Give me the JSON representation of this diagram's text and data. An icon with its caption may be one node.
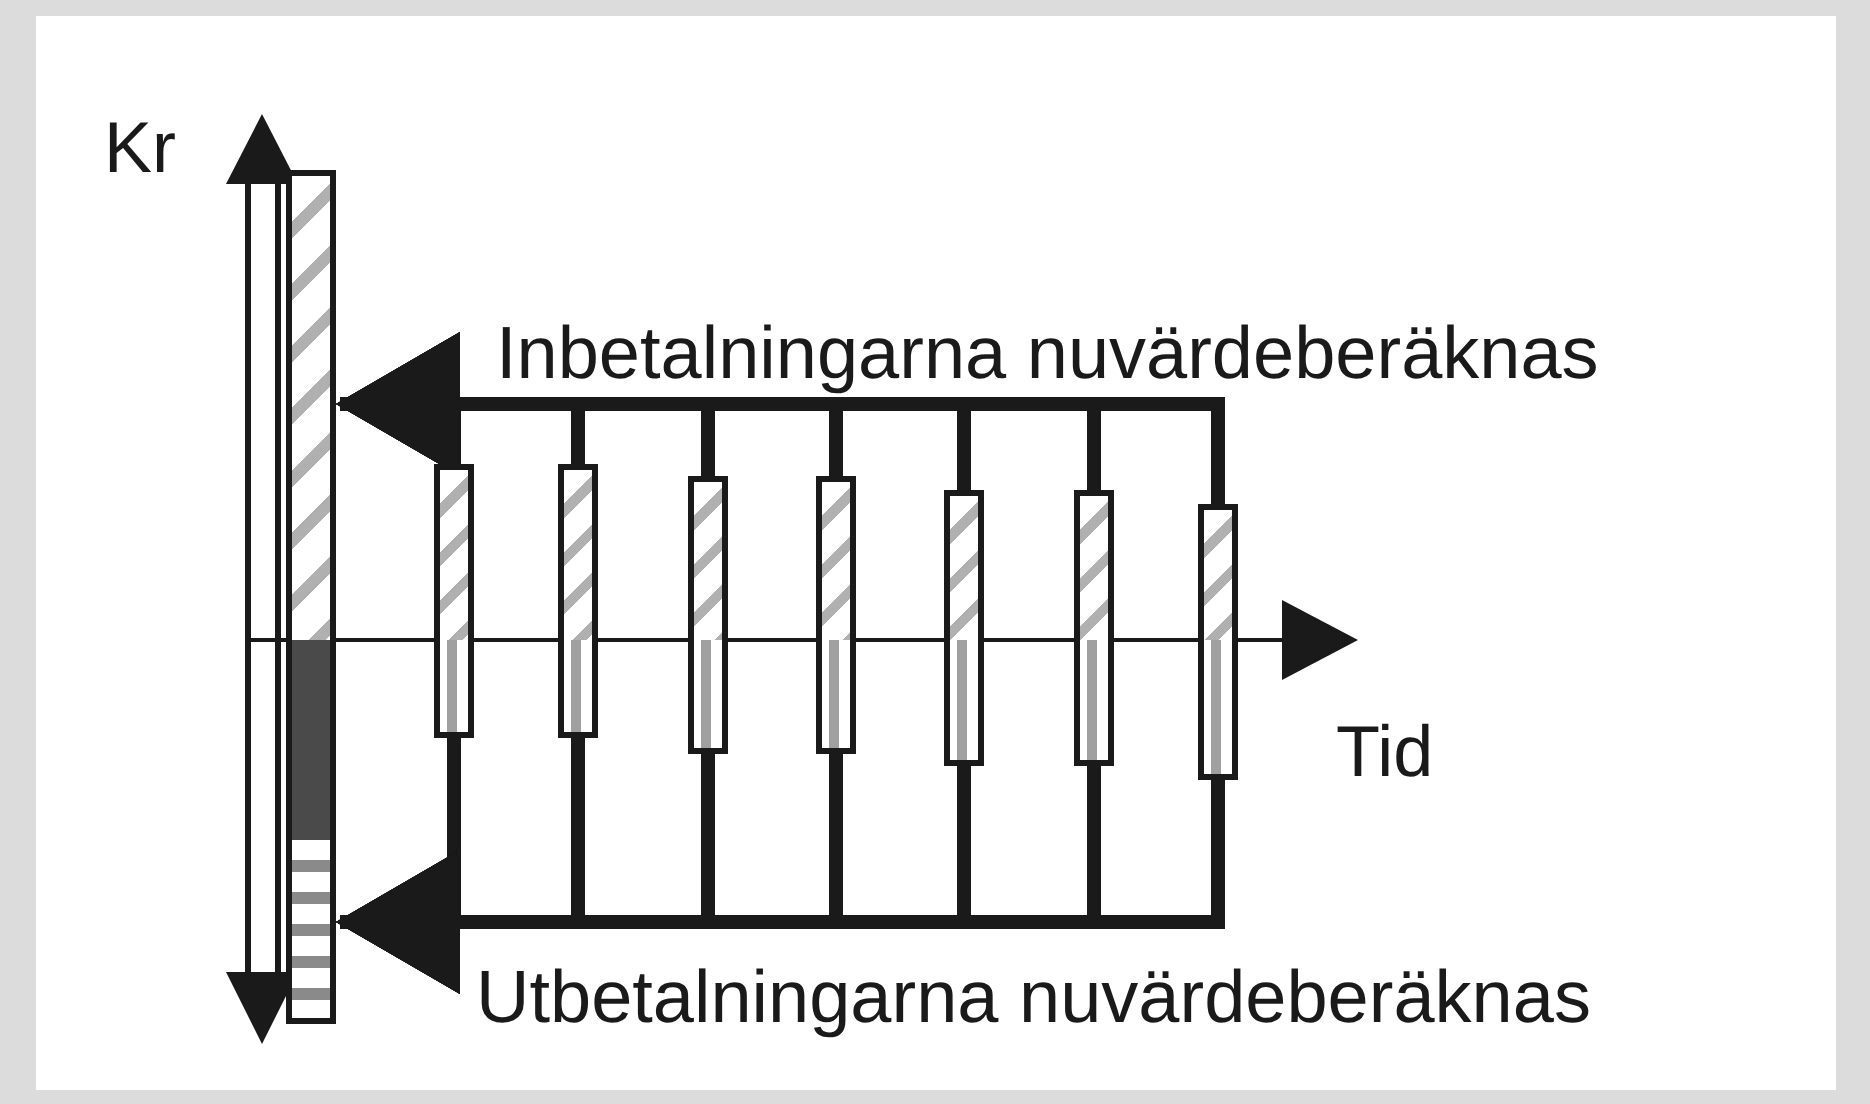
{
  "diagram": {
    "nodes": [
      {
        "text": [],
        "shape": "bar"
      },
      {
        "text": [],
        "shape": "bar"
      },
      {
        "text": [],
        "shape": "bar"
      },
      {
        "text": [],
        "shape": "bar"
      },
      {
        "text": [],
        "shape": "bar"
      },
      {
        "text": [],
        "shape": "bar"
      },
      {
        "text": [],
        "shape": "bar"
      },
      {
        "text": [],
        "shape": "bar"
      }
    ],
    "edges": [
      {
        "from": 1,
        "to": 0,
        "arrow": "to"
      },
      {
        "from": 2,
        "to": 0,
        "arrow": "to"
      },
      {
        "from": 3,
        "to": 0,
        "arrow": "to"
      },
      {
        "from": 4,
        "to": 0,
        "arrow": "to"
      },
      {
        "from": 5,
        "to": 0,
        "arrow": "to"
      },
      {
        "from": 6,
        "to": 0,
        "arrow": "to"
      },
      {
        "from": 7,
        "to": 0,
        "arrow": "to"
      },
      {
        "from": 1,
        "to": 0,
        "arrow": "to"
      },
      {
        "from": 2,
        "to": 0,
        "arrow": "to"
      },
      {
        "from": 3,
        "to": 0,
        "arrow": "to"
      },
      {
        "from": 4,
        "to": 0,
        "arrow": "to"
      },
      {
        "from": 5,
        "to": 0,
        "arrow": "to"
      },
      {
        "from": 6,
        "to": 0,
        "arrow": "to"
      },
      {
        "from": 7,
        "to": 0,
        "arrow": "to"
      }
    ],
    "labels": [
      "Kr",
      "Inbetalningarna nuvärdeberäknas",
      "Tid",
      "Utbetalningarna nuvärdeberäknas"
    ]
  }
}
